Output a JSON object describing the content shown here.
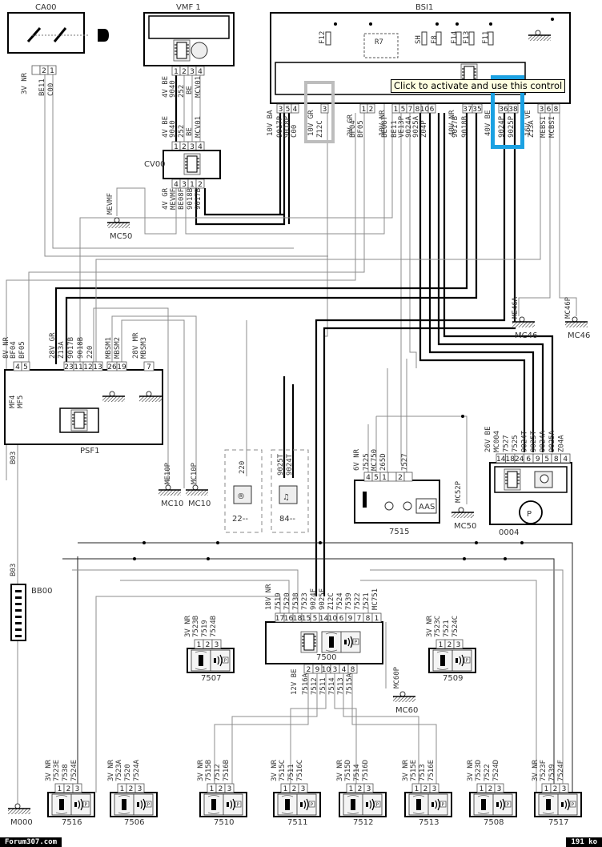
{
  "components": {
    "CA00": {
      "name": "CA00",
      "pins": [
        "",
        "2",
        "1"
      ],
      "wires": [
        "3V NR",
        "BE11",
        "C00"
      ]
    },
    "VMF1": {
      "name": "VMF 1",
      "pins": [
        "1",
        "2",
        "3",
        "4"
      ],
      "wire_top": [
        "4V BE",
        "9040",
        "252",
        "BE",
        "MCV01"
      ],
      "wire_bottom": [
        "4V BE",
        "9040",
        "252",
        "BE",
        "MCV01"
      ]
    },
    "CV00": {
      "name": "CV00",
      "pins_top": [
        "1",
        "2",
        "3",
        "4"
      ],
      "pins_bottom": [
        "4",
        "3",
        "1",
        "2"
      ],
      "wires": [
        "4V GR",
        "MEVMF",
        "BE08F",
        "9018B",
        "9017B"
      ]
    },
    "MC50_top": {
      "label": "MC50",
      "wire": "MEVMF"
    },
    "BSI1": {
      "name": "BSI1",
      "fuses": [
        "F12",
        "R7",
        "SH",
        "F8",
        "F14",
        "F13",
        "F11"
      ],
      "connector_groups": [
        {
          "label": "10V BA",
          "pins": [
            "3",
            "5",
            "4"
          ],
          "wires": [
            "9017P",
            "9018P",
            "C00"
          ]
        },
        {
          "label": "10V GR",
          "pins": [
            "3"
          ],
          "wires": [
            "Z12C"
          ]
        },
        {
          "label": "2V GR",
          "pins": [
            "1",
            "2"
          ],
          "wires": [
            "BF04",
            "BF05"
          ]
        },
        {
          "label": "10V NR",
          "pins": [
            "1",
            "5",
            "7",
            "8",
            "10",
            "6"
          ],
          "wires": [
            "BE08T",
            "BE11",
            "VE13P",
            "9024A",
            "9025A",
            "Z04P"
          ]
        },
        {
          "label": "40V NR",
          "pins": [
            "37",
            "35"
          ],
          "wires": [
            "9017B",
            "9018B"
          ]
        },
        {
          "label": "40V BE",
          "pins": [
            "36",
            "38"
          ],
          "wires": [
            "9024P",
            "9025P"
          ]
        },
        {
          "label": "16V VE",
          "pins": [
            "3",
            "6",
            "8"
          ],
          "wires": [
            "Z13A",
            "MEBSI",
            "MCBSI"
          ]
        }
      ]
    },
    "tooltip": "Click to activate and use this control",
    "MC46": [
      {
        "label": "MC46",
        "wire": "ME46A"
      },
      {
        "label": "MC46",
        "wire": "MC46P"
      }
    ],
    "PSF1": {
      "name": "PSF1",
      "groups": [
        {
          "label": "8V NR",
          "pins": [
            "4",
            "5"
          ],
          "wires": [
            "BF04",
            "BF05"
          ]
        },
        {
          "label": "28V GR",
          "pins": [
            "23",
            "11",
            "12",
            "13"
          ],
          "wires": [
            "Z13A",
            "9017B",
            "9018B",
            "220"
          ]
        },
        {
          "label": "",
          "pins": [
            "26",
            "19"
          ],
          "wires": [
            "MBSM1",
            "MBSM2"
          ]
        },
        {
          "label": "28V MR",
          "pins": [
            "7"
          ],
          "wires": [
            "MBSM3"
          ]
        }
      ],
      "fuses": [
        "MF4",
        "MF5"
      ]
    },
    "B03": [
      "B03",
      "B03"
    ],
    "BB00": {
      "name": "BB00"
    },
    "M000": {
      "name": "M000"
    },
    "MC10": [
      {
        "label": "MC10",
        "wire": "ME10P"
      },
      {
        "label": "MC10",
        "wire": "MC10P"
      }
    ],
    "func22": {
      "code": "22--",
      "wire": "220",
      "icon": "reverse-gear-icon"
    },
    "func84": {
      "code": "84--",
      "wires": [
        "9025T",
        "9024T"
      ],
      "icon": "music-note-icon"
    },
    "C7515": {
      "name": "7515",
      "label": "6V NR",
      "pins": [
        "4",
        "5",
        "1",
        "",
        "2",
        ""
      ],
      "wires": [
        "7525",
        "MC750",
        "265D",
        "7527"
      ],
      "aas": "AAS"
    },
    "MC50_mid": {
      "label": "MC50",
      "wire": "MC52P"
    },
    "C0004": {
      "name": "0004",
      "label": "26V BE",
      "pins": [
        "14",
        "18",
        "24",
        "6",
        "9",
        "5",
        "8",
        "4"
      ],
      "wires": [
        "MC004",
        "7527",
        "7525",
        "9024T",
        "9025T",
        "9024A",
        "9025A",
        "Z04A"
      ]
    },
    "C7500": {
      "name": "7500",
      "label_top": "18V NR",
      "pins_top": [
        "17",
        "16",
        "18",
        "15",
        "5",
        "14",
        "10",
        "6",
        "9",
        "7",
        "8",
        "1"
      ],
      "wires_top": [
        "7519",
        "7520",
        "7538",
        "7523",
        "9024F",
        "9025F",
        "Z12C",
        "7524",
        "7539",
        "7522",
        "7521",
        "MC751"
      ],
      "label_bottom": "12V BE",
      "pins_bottom": [
        "2",
        "9",
        "10",
        "3",
        "4",
        "8"
      ],
      "wires_bottom": [
        "7516A",
        "7512",
        "7511",
        "7514",
        "7513",
        "7515A"
      ]
    },
    "MC60": {
      "label": "MC60",
      "wire": "MC60P"
    },
    "sensors": [
      {
        "name": "7507",
        "wires": [
          "7523B",
          "7519",
          "7524B"
        ]
      },
      {
        "name": "7509",
        "wires": [
          "7523C",
          "7521",
          "7524C"
        ]
      },
      {
        "name": "7516",
        "wires": [
          "7523E",
          "7538",
          "7524E"
        ]
      },
      {
        "name": "7506",
        "wires": [
          "7523A",
          "7520",
          "7524A"
        ]
      },
      {
        "name": "7510",
        "wires": [
          "7515B",
          "7512",
          "7516B"
        ]
      },
      {
        "name": "7511",
        "wires": [
          "7515C",
          "7511",
          "7516C"
        ]
      },
      {
        "name": "7512",
        "wires": [
          "7515D",
          "7514",
          "7516D"
        ]
      },
      {
        "name": "7513",
        "wires": [
          "7515E",
          "7513",
          "7516E"
        ]
      },
      {
        "name": "7508",
        "wires": [
          "7523D",
          "7522",
          "7524D"
        ]
      },
      {
        "name": "7517",
        "wires": [
          "7523F",
          "7539",
          "7524F"
        ]
      }
    ],
    "sensor_label": "3V NR",
    "sensor_pins": [
      "1",
      "2",
      "3"
    ]
  },
  "footer": {
    "site": "Forum307.com",
    "size": "191 ko"
  },
  "colors": {
    "highlight_blue": "#1ba1e2",
    "highlight_gray": "#bdbdbd",
    "tooltip_bg": "#ffffe1"
  }
}
